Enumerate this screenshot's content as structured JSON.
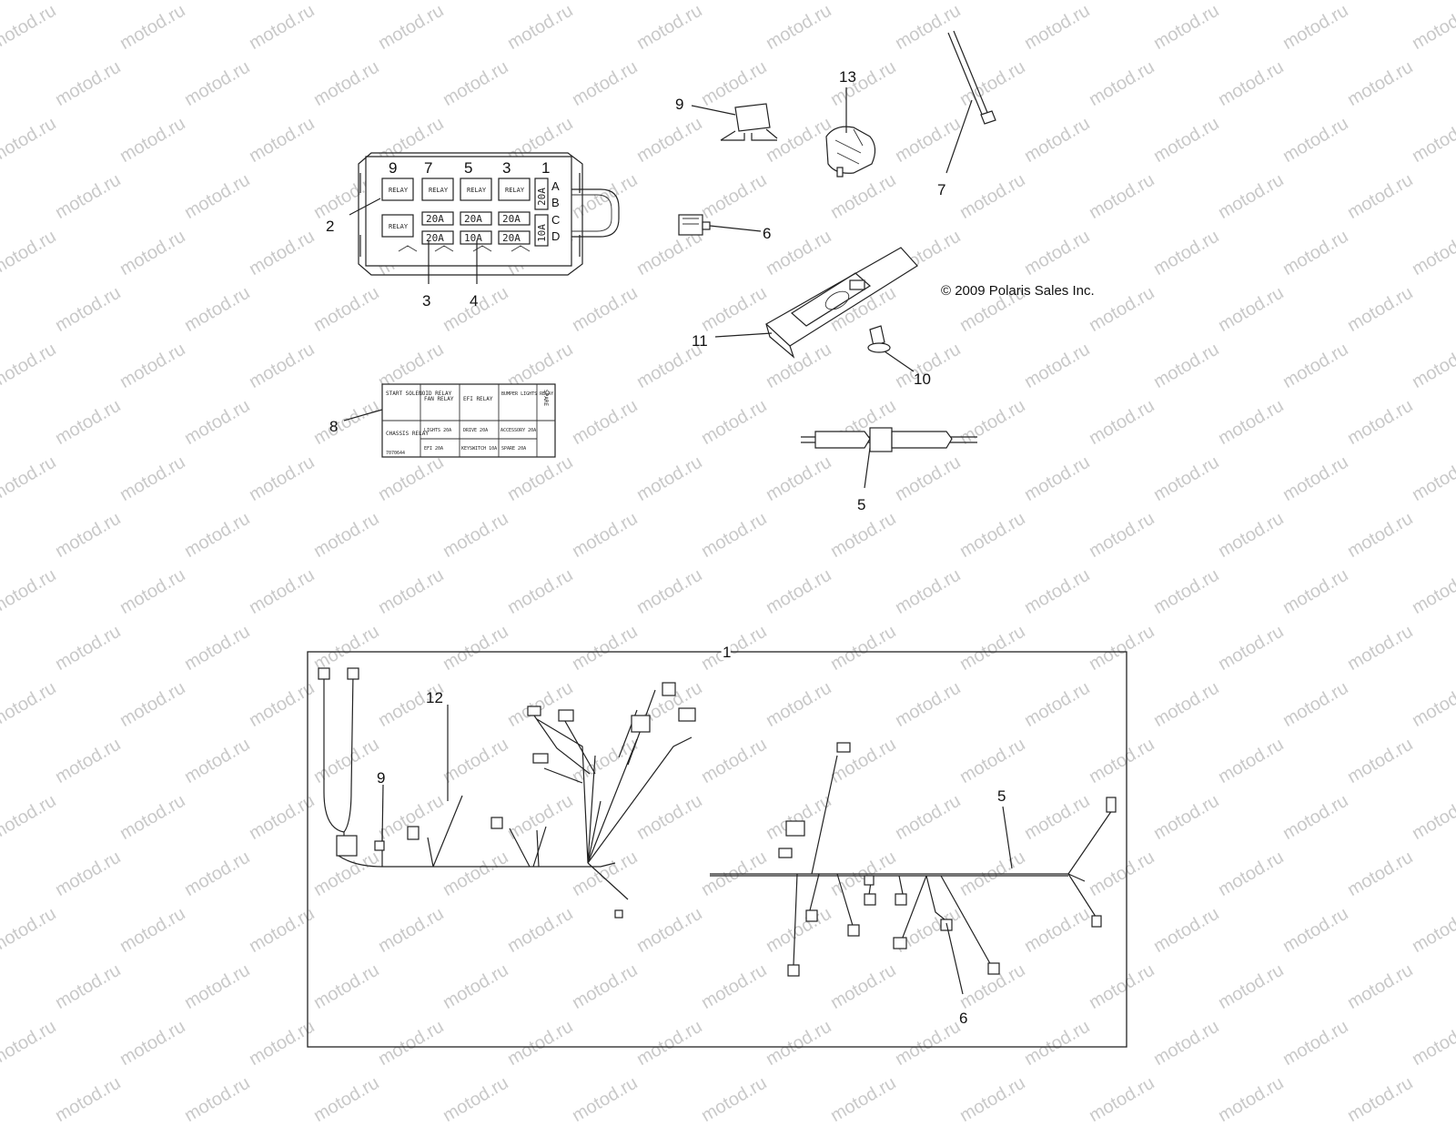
{
  "watermark": "motod.ru",
  "copyright": "© 2009 Polaris Sales Inc.",
  "callouts": {
    "c1": "1",
    "c2": "2",
    "c3": "3",
    "c4": "4",
    "c5a": "5",
    "c5b": "5",
    "c6a": "6",
    "c6b": "6",
    "c7": "7",
    "c8": "8",
    "c9a": "9",
    "c9b": "9",
    "c10": "10",
    "c11": "11",
    "c12": "12",
    "c13": "13"
  },
  "fuse_box": {
    "positions": [
      "9",
      "7",
      "5",
      "3",
      "1"
    ],
    "rows": [
      "A",
      "B",
      "C",
      "D"
    ],
    "relay": "RELAY",
    "fuses": [
      "20A",
      "20A",
      "20A",
      "20A",
      "20A",
      "10A",
      "20A",
      "10A"
    ]
  },
  "decal": {
    "cells": [
      "START SOLENOID RELAY",
      "FAN RELAY",
      "EFI RELAY",
      "BUMPER LIGHTS RELAY",
      "SPARE",
      "CHASSIS RELAY",
      "LIGHTS 20A",
      "DRIVE 20A",
      "ACCESSORY 20A",
      "EFI 20A",
      "KEYSWITCH 10A",
      "SPARE 20A"
    ],
    "part_no": "7070644"
  }
}
